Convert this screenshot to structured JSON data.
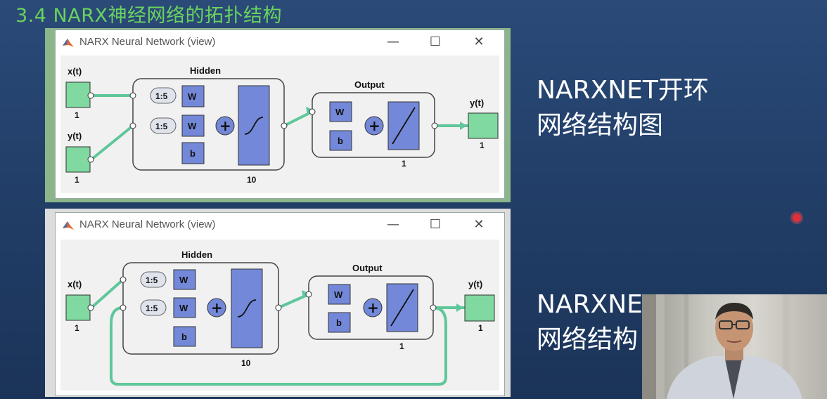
{
  "slide": {
    "title": "3.4 NARX神经网络的拓扑结构",
    "caption_open_line1": "NARXNET开环",
    "caption_open_line2": "网络结构图",
    "caption_closed_line1": "NARXNE",
    "caption_closed_line2": "网络结构"
  },
  "window1": {
    "title": "NARX Neural Network (view)",
    "diagram": {
      "input1_label": "x(t)",
      "input1_size": "1",
      "input2_label": "y(t)",
      "input2_size": "1",
      "hidden_title": "Hidden",
      "hidden_size": "10",
      "delay1": "1:5",
      "delay2": "1:5",
      "weight1": "W",
      "weight2": "W",
      "bias": "b",
      "output_title": "Output",
      "output_weight": "W",
      "output_bias": "b",
      "output_size": "1",
      "output_label": "y(t)",
      "output_terminal_size": "1"
    }
  },
  "window2": {
    "title": "NARX Neural Network (view)",
    "diagram": {
      "input1_label": "x(t)",
      "input1_size": "1",
      "hidden_title": "Hidden",
      "hidden_size": "10",
      "delay1": "1:5",
      "delay2": "1:5",
      "weight1": "W",
      "weight2": "W",
      "bias": "b",
      "output_title": "Output",
      "output_weight": "W",
      "output_bias": "b",
      "output_size": "1",
      "output_label": "y(t)",
      "output_terminal_size": "1"
    }
  },
  "window_controls": {
    "minimize": "—",
    "maximize": "☐",
    "close": "✕"
  },
  "colors": {
    "title_green": "#69d35f",
    "block_blue": "#7388d8",
    "connector_green": "#5fc79b",
    "terminal_green": "#7fd9a0"
  }
}
